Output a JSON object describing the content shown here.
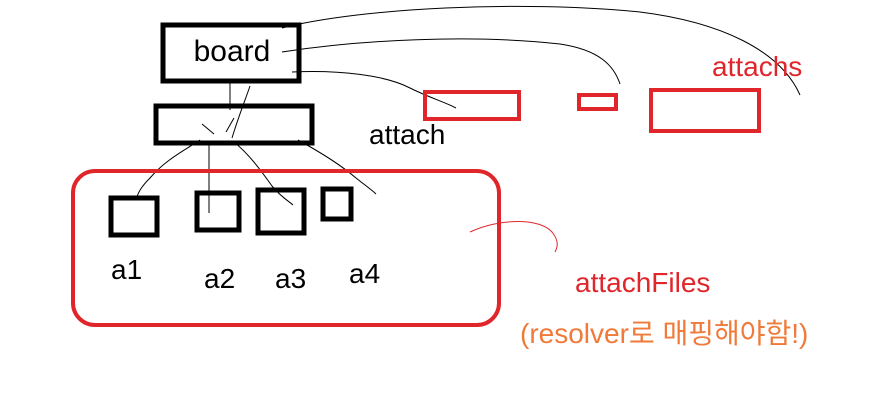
{
  "labels": {
    "board": "board",
    "attach": "attach",
    "attachs": "attachs",
    "attach_files": "attachFiles",
    "resolver_note": "(resolver로 매핑해야함!)",
    "a1": "a1",
    "a2": "a2",
    "a3": "a3",
    "a4": "a4"
  },
  "colors": {
    "black": "#000000",
    "red": "#e0262b",
    "orange": "#f07a3a"
  }
}
